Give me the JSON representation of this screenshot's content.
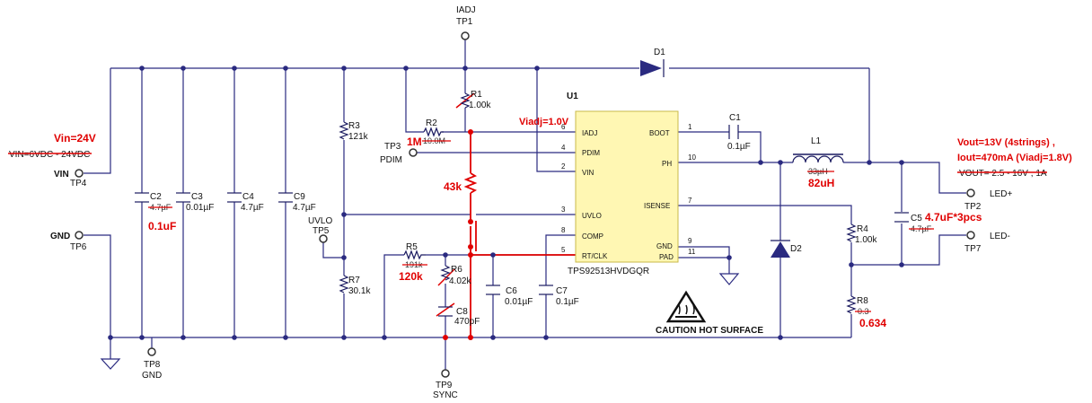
{
  "testpoints": {
    "tp1": {
      "net": "IADJ",
      "ref": "TP1"
    },
    "tp3": {
      "ref": "TP3",
      "net": "PDIM"
    },
    "tp4": {
      "net": "VIN",
      "ref": "TP4"
    },
    "tp5": {
      "net": "UVLO",
      "ref": "TP5"
    },
    "tp6": {
      "net": "GND",
      "ref": "TP6"
    },
    "tp8": {
      "ref": "TP8",
      "net": "GND"
    },
    "tp9": {
      "ref": "TP9",
      "net": "SYNC"
    },
    "tp2": {
      "ref": "TP2",
      "net": "LED+"
    },
    "tp7": {
      "ref": "TP7",
      "net": "LED-"
    }
  },
  "ic": {
    "ref": "U1",
    "part": "TPS92513HVDGQR",
    "pins_left": [
      {
        "num": "6",
        "name": "IADJ"
      },
      {
        "num": "4",
        "name": "PDIM"
      },
      {
        "num": "2",
        "name": "VIN"
      },
      {
        "num": "3",
        "name": "UVLO"
      },
      {
        "num": "8",
        "name": "COMP"
      },
      {
        "num": "5",
        "name": "RT/CLK"
      }
    ],
    "pins_right": [
      {
        "num": "1",
        "name": "BOOT"
      },
      {
        "num": "10",
        "name": "PH"
      },
      {
        "num": "7",
        "name": "ISENSE"
      },
      {
        "num": "9",
        "name": "GND"
      },
      {
        "num": "11",
        "name": "PAD"
      }
    ]
  },
  "components": {
    "d1": "D1",
    "d2": "D2",
    "l1": {
      "ref": "L1",
      "value_old": "33µH"
    },
    "r1": {
      "ref": "R1",
      "value": "1.00k"
    },
    "r2": {
      "ref": "R2",
      "value_old": "10.0M"
    },
    "r3": {
      "ref": "R3",
      "value": "121k"
    },
    "r4": {
      "ref": "R4",
      "value": "1.00k"
    },
    "r5": {
      "ref": "R5",
      "value_old": "191k"
    },
    "r6": {
      "ref": "R6",
      "value": "4.02k"
    },
    "r7": {
      "ref": "R7",
      "value": "30.1k"
    },
    "r8": {
      "ref": "R8",
      "value_old": "0.3"
    },
    "c1": {
      "ref": "C1",
      "value": "0.1µF"
    },
    "c2": {
      "ref": "C2",
      "value_old": "4.7µF"
    },
    "c3": {
      "ref": "C3",
      "value": "0.01µF"
    },
    "c4": {
      "ref": "C4",
      "value": "4.7µF"
    },
    "c9": {
      "ref": "C9",
      "value": "4.7µF"
    },
    "c5": {
      "ref": "C5",
      "value_old": "4.7µF"
    },
    "c6": {
      "ref": "C6",
      "value": "0.01µF"
    },
    "c7": {
      "ref": "C7",
      "value": "0.1µF"
    },
    "c8": {
      "ref": "C8",
      "value": "470pF"
    }
  },
  "warning": "CAUTION HOT SURFACE",
  "specs_old": {
    "vin_range": "VIN=6VDC - 24VDC",
    "vout_range": "VOUT= 2.5 - 16V , 1A"
  },
  "annotations": {
    "vin": "Vin=24V",
    "c2_new": "0.1uF",
    "r2_new": "1M",
    "added_resistor": "43k",
    "viadj": "Viadj=1.0V",
    "r5_new": "120k",
    "l1_new": "82uH",
    "c5_new": "4.7uF*3pcs",
    "r8_new": "0.634",
    "vout": "Vout=13V (4strings) ,",
    "iout": "Iout=470mA (Viadj=1.8V)"
  },
  "colors": {
    "wire": "#2a2a80",
    "ic_fill": "#fff7b3",
    "annotation": "#e00000",
    "hot_warning": "#111111"
  }
}
